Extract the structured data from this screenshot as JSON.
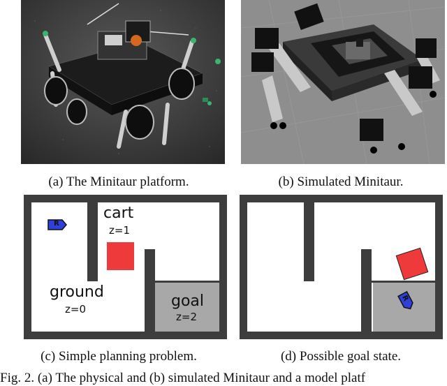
{
  "panels": {
    "a": {
      "caption": "(a) The Minitaur platform."
    },
    "b": {
      "caption": "(b) Simulated Minitaur."
    },
    "c": {
      "caption": "(c) Simple planning problem.",
      "cart_label": "cart",
      "cart_z": "z=1",
      "ground_label": "ground",
      "ground_z": "z=0",
      "goal_label": "goal",
      "goal_z": "z=2",
      "robot_letter": "R"
    },
    "d": {
      "caption": "(d) Possible goal state.",
      "robot_letter": "R"
    }
  },
  "figure_caption": "Fig. 2. (a) The physical and (b) simulated Minitaur and a model platf",
  "colors": {
    "wall": "#3d3d3d",
    "cart": "#ee3a3a",
    "goal_area": "#a8a8a8",
    "robot": "#2f3fd8",
    "sim_background": "#8e8e8e"
  }
}
